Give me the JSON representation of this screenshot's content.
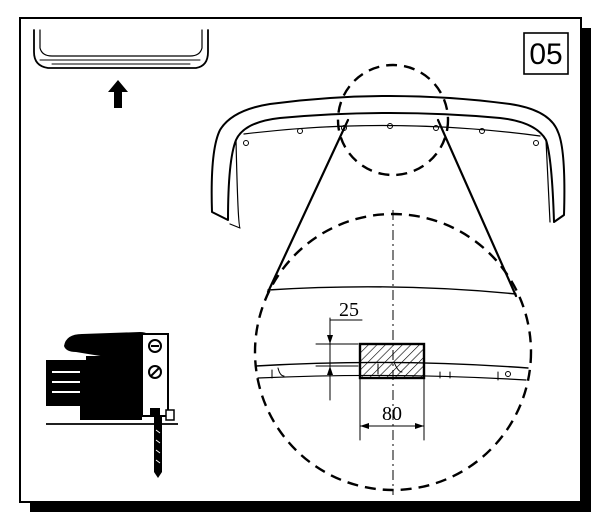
{
  "step": {
    "number": "05"
  },
  "dimensions": {
    "cut_height": "25",
    "cut_width": "80"
  },
  "colors": {
    "ink": "#000000",
    "frame_shadow": "#000000",
    "hatch": "#000000",
    "bumper_fill": "#ffffff"
  },
  "icons": {
    "direction_arrow": "up-arrow-icon",
    "tool": "jigsaw-icon"
  }
}
